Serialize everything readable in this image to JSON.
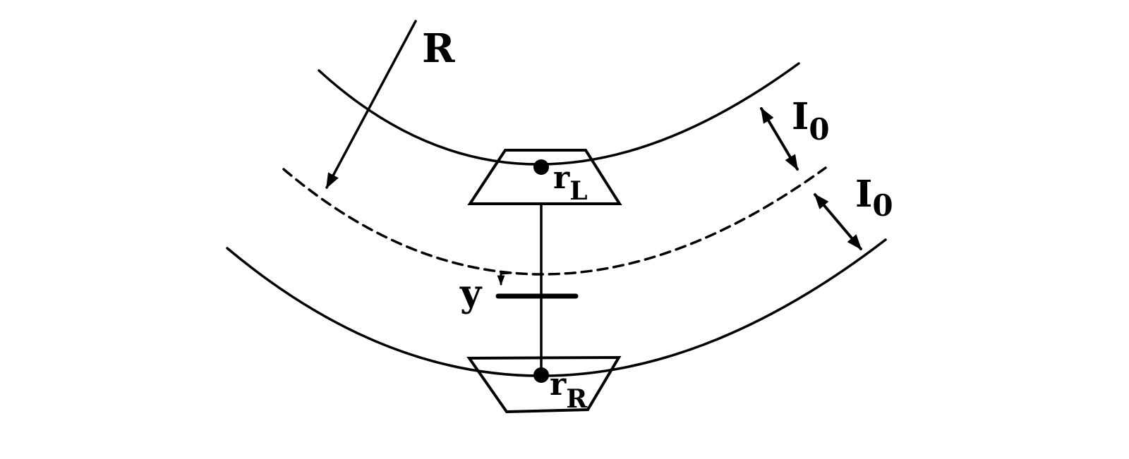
{
  "colors": {
    "ink": "#000000",
    "background": "#ffffff"
  },
  "labels": {
    "radius": "R",
    "lateral_displacement": "y",
    "rolling_radius_left": {
      "base": "r",
      "sub": "L"
    },
    "rolling_radius_right": {
      "base": "r",
      "sub": "R"
    },
    "half_gauge_upper": {
      "base": "I",
      "sub": "0"
    },
    "half_gauge_lower": {
      "base": "I",
      "sub": "0"
    }
  }
}
